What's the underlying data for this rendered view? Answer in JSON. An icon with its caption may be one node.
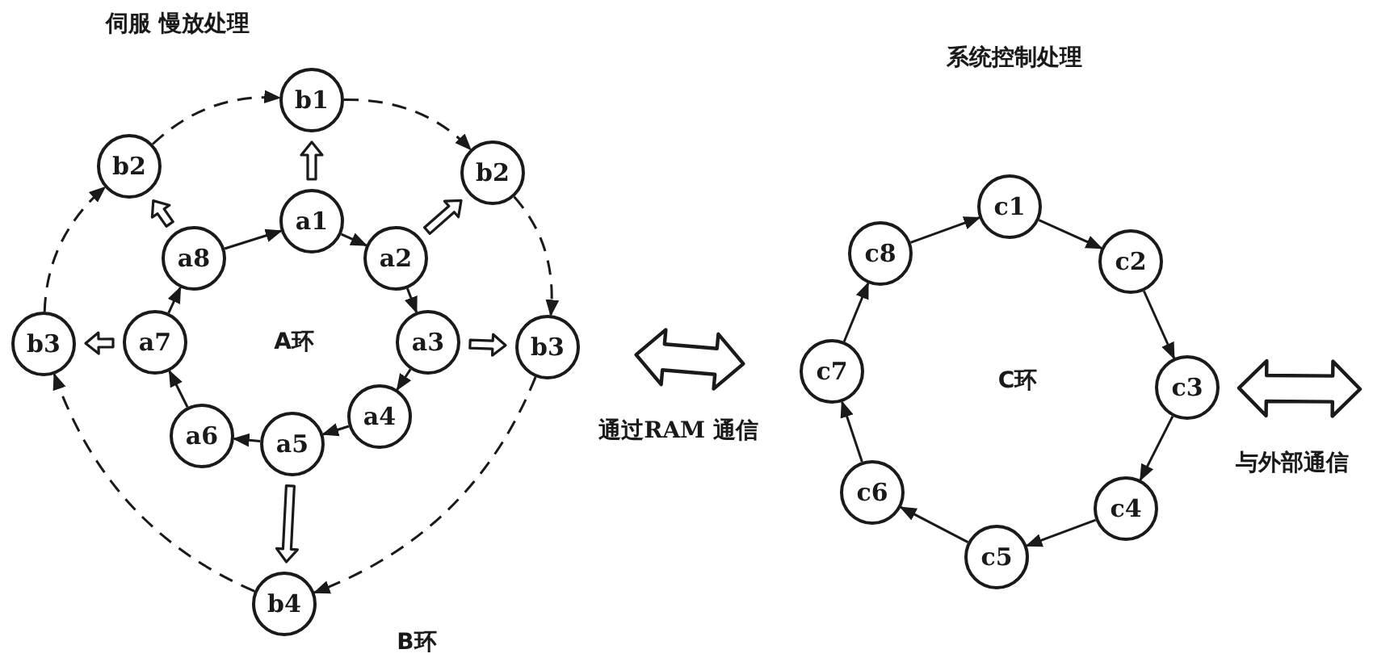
{
  "diagram": {
    "nodes": [
      {
        "text": [
          "a1"
        ]
      },
      {
        "text": [
          "a2"
        ]
      },
      {
        "text": [
          "a3"
        ]
      },
      {
        "text": [
          "a4"
        ]
      },
      {
        "text": [
          "a5"
        ]
      },
      {
        "text": [
          "a6"
        ]
      },
      {
        "text": [
          "a7"
        ]
      },
      {
        "text": [
          "a8"
        ]
      },
      {
        "text": [
          "b1"
        ]
      },
      {
        "text": [
          "b2"
        ]
      },
      {
        "text": [
          "b2"
        ]
      },
      {
        "text": [
          "b3"
        ]
      },
      {
        "text": [
          "b3"
        ]
      },
      {
        "text": [
          "b4"
        ]
      },
      {
        "text": [
          "c1"
        ]
      },
      {
        "text": [
          "c2"
        ]
      },
      {
        "text": [
          "c3"
        ]
      },
      {
        "text": [
          "c4"
        ]
      },
      {
        "text": [
          "c5"
        ]
      },
      {
        "text": [
          "c6"
        ]
      },
      {
        "text": [
          "c7"
        ]
      },
      {
        "text": [
          "c8"
        ]
      }
    ],
    "edges": [
      {
        "from": 0,
        "to": 1,
        "arrow": "to"
      },
      {
        "from": 1,
        "to": 2,
        "arrow": "to"
      },
      {
        "from": 2,
        "to": 3,
        "arrow": "to"
      },
      {
        "from": 3,
        "to": 4,
        "arrow": "to"
      },
      {
        "from": 4,
        "to": 5,
        "arrow": "to"
      },
      {
        "from": 5,
        "to": 6,
        "arrow": "to"
      },
      {
        "from": 6,
        "to": 7,
        "arrow": "to"
      },
      {
        "from": 7,
        "to": 0,
        "arrow": "to"
      },
      {
        "from": 8,
        "to": 10,
        "arrow": "to",
        "style": "dashed"
      },
      {
        "from": 10,
        "to": 12,
        "arrow": "to",
        "style": "dashed"
      },
      {
        "from": 12,
        "to": 13,
        "arrow": "to",
        "style": "dashed"
      },
      {
        "from": 13,
        "to": 11,
        "arrow": "to",
        "style": "dashed"
      },
      {
        "from": 11,
        "to": 9,
        "arrow": "to",
        "style": "dashed"
      },
      {
        "from": 9,
        "to": 8,
        "arrow": "to",
        "style": "dashed"
      },
      {
        "from": 0,
        "to": 8,
        "arrow": "to",
        "style": "thick"
      },
      {
        "from": 1,
        "to": 10,
        "arrow": "to",
        "style": "thick"
      },
      {
        "from": 2,
        "to": 12,
        "arrow": "to",
        "style": "thick"
      },
      {
        "from": 4,
        "to": 13,
        "arrow": "to",
        "style": "thick"
      },
      {
        "from": 6,
        "to": 11,
        "arrow": "to",
        "style": "thick"
      },
      {
        "from": 7,
        "to": 9,
        "arrow": "to",
        "style": "thick"
      },
      {
        "from": 14,
        "to": 15,
        "arrow": "to"
      },
      {
        "from": 15,
        "to": 16,
        "arrow": "to"
      },
      {
        "from": 16,
        "to": 17,
        "arrow": "to"
      },
      {
        "from": 17,
        "to": 18,
        "arrow": "to"
      },
      {
        "from": 18,
        "to": 19,
        "arrow": "to"
      },
      {
        "from": 19,
        "to": 20,
        "arrow": "to"
      },
      {
        "from": 20,
        "to": 21,
        "arrow": "to"
      },
      {
        "from": 21,
        "to": 14,
        "arrow": "to"
      },
      {
        "from": 12,
        "to": 20,
        "arrow": "both",
        "style": "thick",
        "label": "通过RAM 通信"
      },
      {
        "from": 16,
        "to": null,
        "arrow": "both",
        "style": "thick",
        "label": "与外部通信"
      }
    ],
    "labels": [
      "伺服 慢放处理",
      "系统控制处理",
      "A环",
      "C环",
      "B环"
    ]
  }
}
